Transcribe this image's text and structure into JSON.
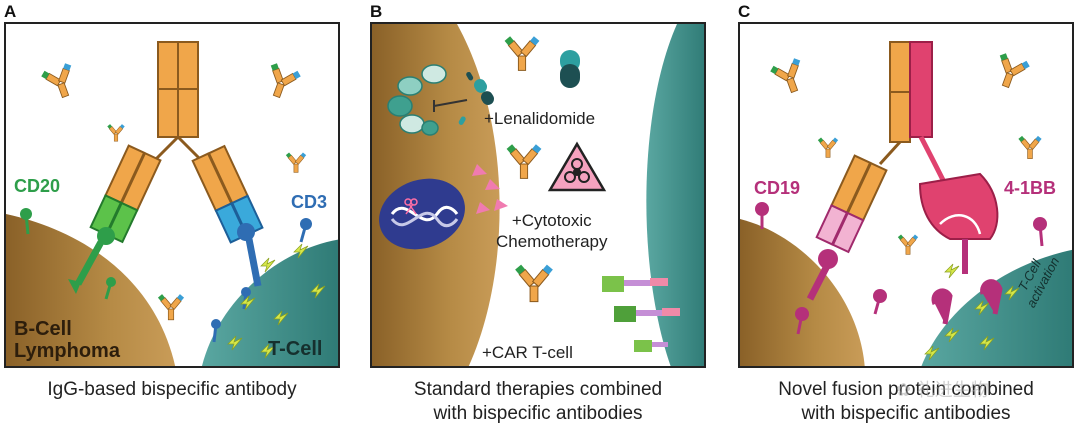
{
  "panels": {
    "a": {
      "letter": "A",
      "cd20": "CD20",
      "cd3": "CD3",
      "bcell_line1": "B-Cell",
      "bcell_line2": "Lymphoma",
      "tcell": "T-Cell",
      "caption": "IgG-based bispecific antibody"
    },
    "b": {
      "letter": "B",
      "lenalidomide": "+Lenalidomide",
      "cytotoxic_line1": "+Cytotoxic",
      "cytotoxic_line2": "Chemotherapy",
      "car_tcell": "+CAR T-cell",
      "caption_line1": "Standard therapies combined",
      "caption_line2": "with bispecific antibodies"
    },
    "c": {
      "letter": "C",
      "cd19": "CD19",
      "four_1bb": "4-1BB",
      "activation_line1": "T-Cell",
      "activation_line2": "activation",
      "caption_line1": "Novel fusion protein combined",
      "caption_line2": "with bispecific antibodies"
    }
  },
  "colors": {
    "bcell": "#a67c3d",
    "tcell": "#3c8b86",
    "antibody_orange": "#f0a64a",
    "cd20_green": "#2e9e4a",
    "cd3_blue": "#2f6db3",
    "cd19_magenta": "#b5307a",
    "fusion_pink": "#e0426f",
    "lime": "#c5dc3a"
  },
  "watermark": "✿ 礼进生物"
}
